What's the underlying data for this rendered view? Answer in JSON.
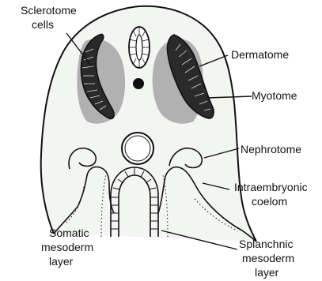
{
  "diagram": {
    "labels": {
      "sclerotome_line1": "Sclerotome",
      "sclerotome_line2": "cells",
      "dermatome": "Dermatome",
      "myotome": "Myotome",
      "nephrotome": "Nephrotome",
      "coelom_line1": "Intraembryonic",
      "coelom_line2": "coelom",
      "somatic_line1": "Somatic",
      "somatic_line2": "mesoderm",
      "somatic_line3": "layer",
      "splanchnic_line1": "Splanchnic",
      "splanchnic_line2": "mesoderm",
      "splanchnic_line3": "layer"
    },
    "colors": {
      "ink": "#111111",
      "tissue_fill": "#f3f5f2",
      "sclerotome_shade": "#9a9a9a",
      "somite_dark": "#2a2a2a"
    }
  }
}
